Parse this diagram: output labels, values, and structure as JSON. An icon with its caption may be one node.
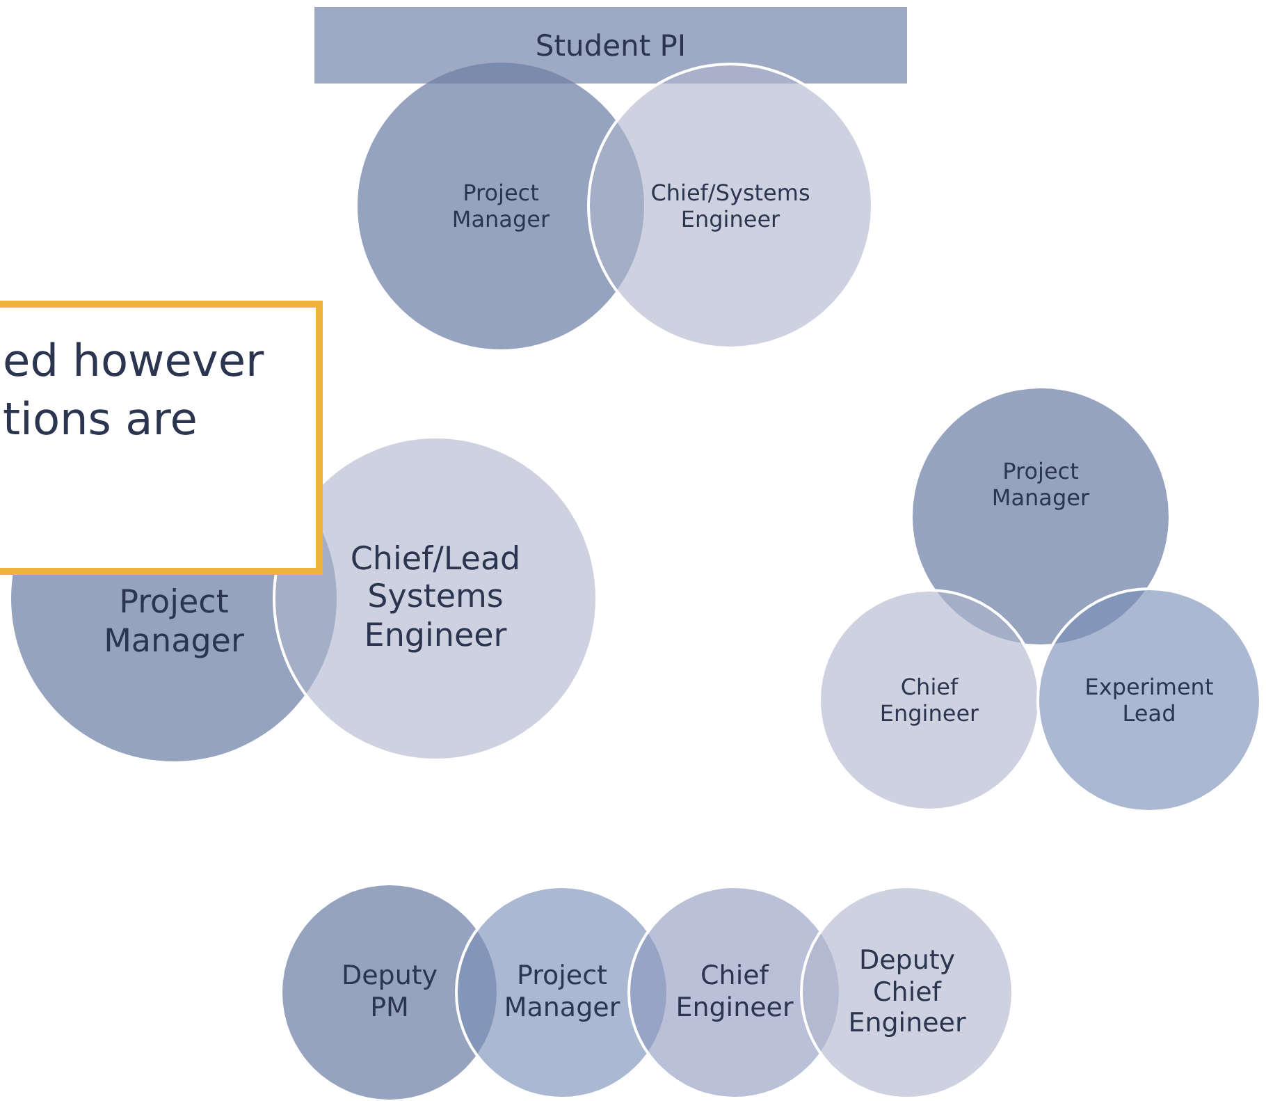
{
  "diagram": {
    "nodes": [
      {
        "text": [
          "Student PI"
        ]
      },
      {
        "text": [
          "Project Manager"
        ]
      },
      {
        "text": [
          "Chief/Systems Engineer"
        ]
      },
      {
        "text": [
          "ed however tions are"
        ]
      },
      {
        "text": [
          "Project Manager"
        ]
      },
      {
        "text": [
          "Chief/Lead Systems Engineer"
        ]
      },
      {
        "text": [
          "Project Manager"
        ]
      },
      {
        "text": [
          "Chief Engineer"
        ]
      },
      {
        "text": [
          "Experiment Lead"
        ]
      },
      {
        "text": [
          "Deputy PM"
        ]
      },
      {
        "text": [
          "Project Manager"
        ]
      },
      {
        "text": [
          "Chief Engineer"
        ]
      },
      {
        "text": [
          "Deputy Chief Engineer"
        ]
      }
    ]
  }
}
